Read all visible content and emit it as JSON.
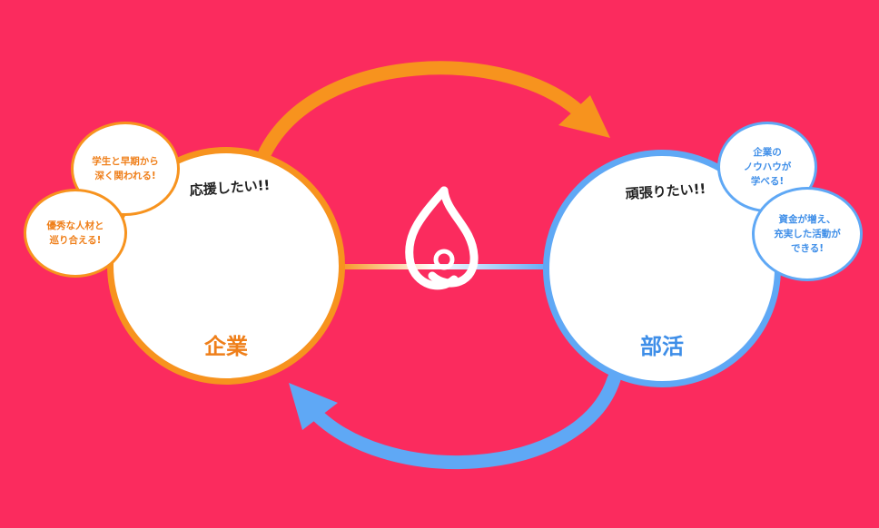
{
  "colors": {
    "background": "#FB2B5E",
    "company_accent": "#F7931E",
    "club_accent": "#5FA8F5"
  },
  "company": {
    "name": "企業",
    "headline": "応援したい!!",
    "bubbles": [
      "学生と早期から\n深く関われる!",
      "優秀な人材と\n巡り合える!"
    ]
  },
  "club": {
    "name": "部活",
    "headline": "頑張りたい!!",
    "bubbles": [
      "企業の\nノウハウが\n学べる!",
      "資金が増え、\n充実した活動が\nできる!"
    ]
  },
  "icons": {
    "center_logo": "flame-logo-icon",
    "top_arrow": "arrow-company-to-club",
    "bottom_arrow": "arrow-club-to-company"
  }
}
